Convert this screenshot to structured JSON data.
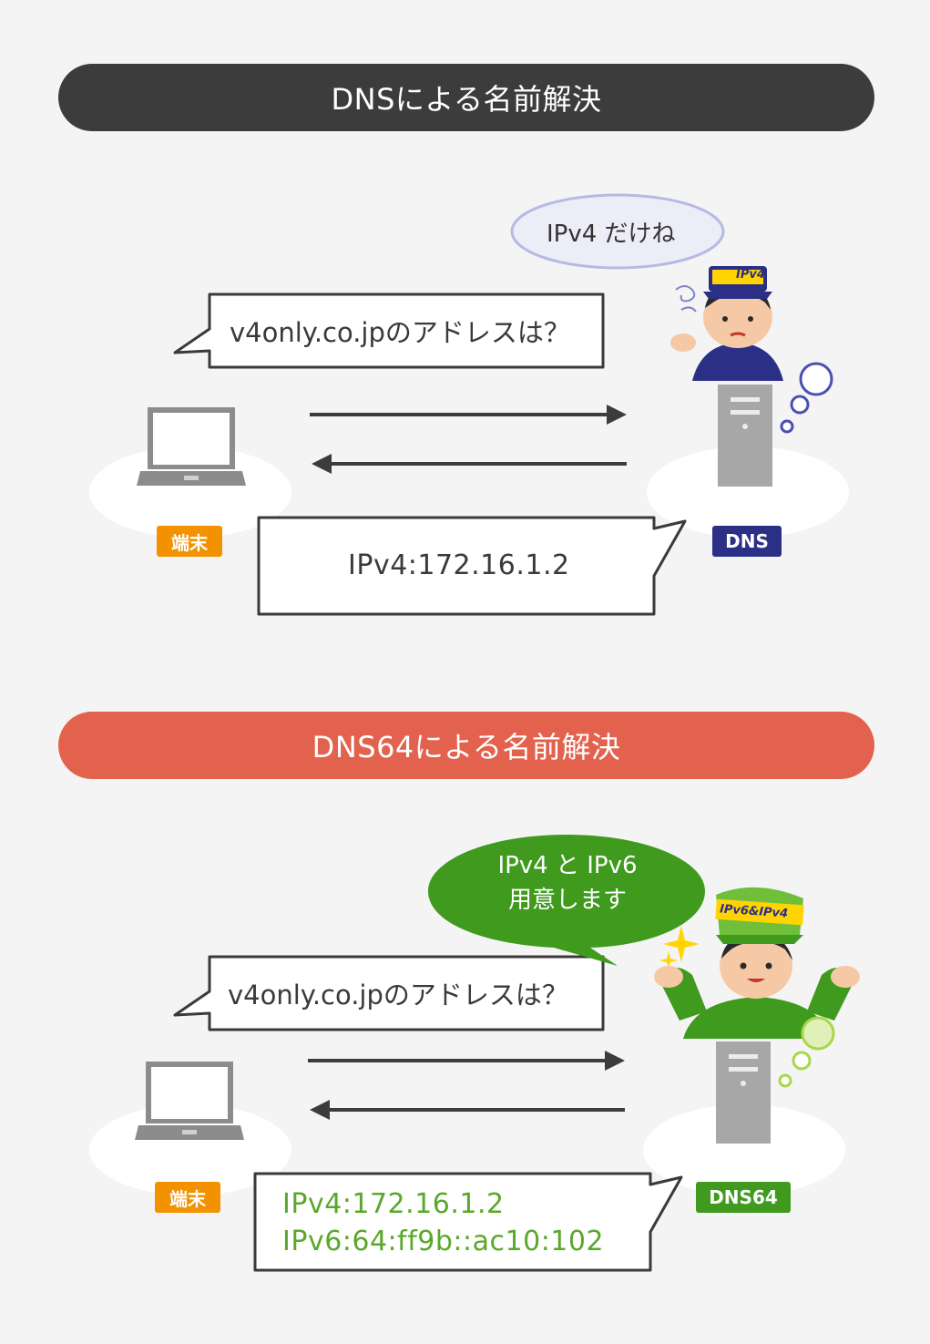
{
  "section1": {
    "title": "DNSによる名前解決",
    "question": "v4only.co.jpのアドレスは？",
    "answer": "IPv4:172.16.1.2",
    "server_thought": "IPv4 だけね",
    "hat_label": "IPv4",
    "client_label": "端末",
    "server_label": "DNS",
    "server_color": "#2b2f86",
    "client_color": "#f39200"
  },
  "section2": {
    "title": "DNS64による名前解決",
    "question": "v4only.co.jpのアドレスは？",
    "answer_lines": [
      "IPv4:172.16.1.2",
      "IPv6:64:ff9b::ac10:102"
    ],
    "server_thought_lines": [
      "IPv4 と IPv6",
      "用意します"
    ],
    "hat_label": "IPv6&IPv4",
    "client_label": "端末",
    "server_label": "DNS64",
    "server_color": "#3f9a1e",
    "client_color": "#f39200"
  },
  "icons": [
    "laptop-icon",
    "server-icon",
    "arrow-right-icon",
    "arrow-left-icon",
    "person-icon",
    "sparkle-icon"
  ]
}
